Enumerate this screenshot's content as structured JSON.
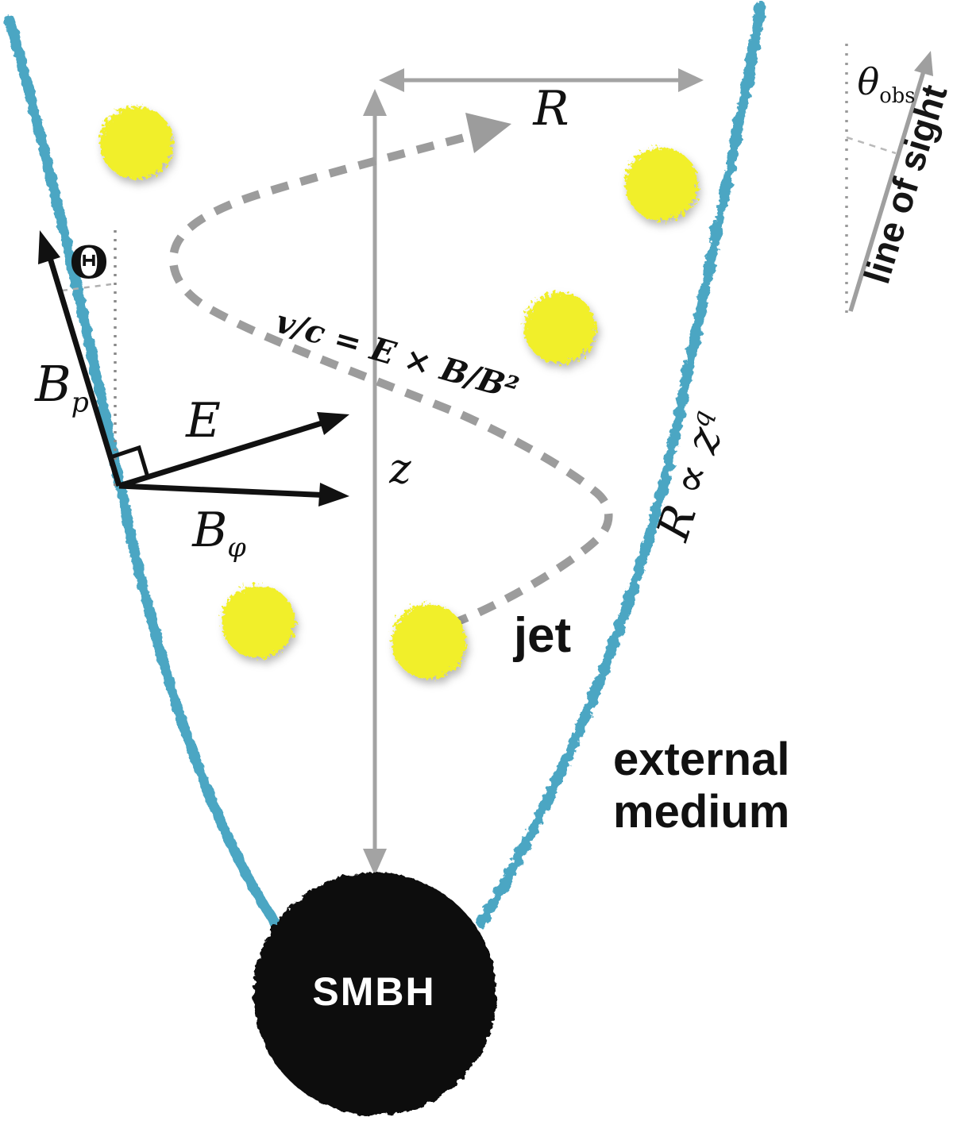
{
  "diagram": {
    "colors": {
      "jet_boundary": "#4ba6c3",
      "blob": "#f1ef2b",
      "smbh": "#0c0c0c",
      "gray_arrow": "#a3a3a3",
      "trajectory": "#9c9c9c",
      "vector_black": "#111111"
    },
    "axes": {
      "radius_label": "R",
      "height_label": "z"
    },
    "jet": {
      "label": "jet",
      "radius_profile": {
        "base": "R ∝ z",
        "sup": "q"
      }
    },
    "smbh": {
      "label": "SMBH"
    },
    "external_medium": {
      "line1": "external",
      "line2": "medium"
    },
    "vectors": {
      "poloidal_field": {
        "base": "B",
        "sub": "p"
      },
      "electric_field": "E",
      "toroidal_field": {
        "base": "B",
        "sub": "φ"
      },
      "opening_angle": "Θ"
    },
    "drift_formula": "v/c = E × B/B²",
    "observer": {
      "viewing_angle": {
        "base": "θ",
        "sub": "obs"
      },
      "line_of_sight": "line of sight"
    }
  }
}
